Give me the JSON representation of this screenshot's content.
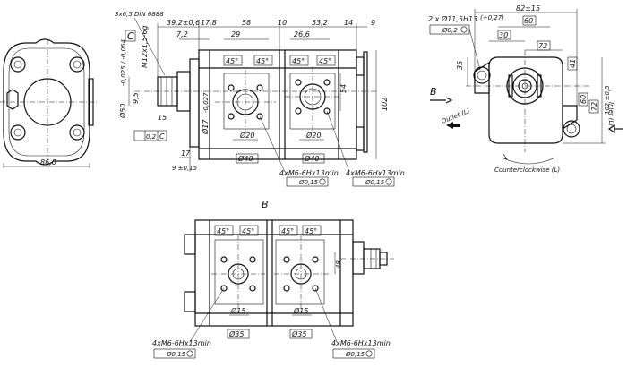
{
  "left_view": {
    "width_dim": "86,0"
  },
  "side_view": {
    "spline": "3x6,5 DIN 6888",
    "d1": "39,2±0,6",
    "d2": "17,8",
    "d3": "58",
    "d4": "10",
    "d5": "53,2",
    "d6": "14",
    "d7": "9",
    "d8": "7,2",
    "d9": "29",
    "d10": "26,6",
    "thread": "M12x1,5-6g",
    "height": "102",
    "bottom1": "17",
    "bottom2": "9 ±0,15",
    "shaft_dia": "Ø50",
    "shaft_tol": "-0,025 / -0,064",
    "shaft_len": "9,5",
    "angle": "15",
    "runout": "0,2",
    "runout_ref": "C",
    "datum": "C",
    "spigot": "Ø17",
    "spigot_tol": "-0,027",
    "angle1": "45°",
    "angle2": "45°",
    "angle3": "45°",
    "angle4": "45°",
    "port1": "Ø20",
    "port2": "Ø20",
    "pcd1": "Ø40",
    "pcd2": "Ø40",
    "dim54": "54",
    "thread_note1": "4xM6-6Hx13min",
    "thread_note2": "4xM6-6Hx13min",
    "tol1": "Ø0,15",
    "tol2": "Ø0,15",
    "frame_mod": "M"
  },
  "right_view": {
    "holes": "2 x Ø11,5H13",
    "holes_tol": "(+0,27)",
    "pos_tol": "Ø0,2",
    "pos_mod": "M",
    "width": "82±15",
    "d60": "60",
    "d30": "30",
    "d72": "72",
    "dim35": "35",
    "d41": "41",
    "h60": "60",
    "h72": "72",
    "h102": "102 ±0,5",
    "view_letter": "B",
    "outlet": "Outlet (L)",
    "inlet": "Inlet (L)",
    "rotation": "Counterclockwise (L)"
  },
  "bottom_view": {
    "title": "B",
    "angle1": "45°",
    "angle2": "45°",
    "angle3": "45°",
    "angle4": "45°",
    "port1": "Ø15",
    "port2": "Ø15",
    "pcd1": "Ø35",
    "pcd2": "Ø35",
    "dim48": "48",
    "thread_note1": "4xM6-6Hx13min",
    "thread_note2": "4xM6-6Hx13min",
    "tol1": "Ø0,15",
    "tol2": "Ø0,15",
    "mod": "M"
  }
}
